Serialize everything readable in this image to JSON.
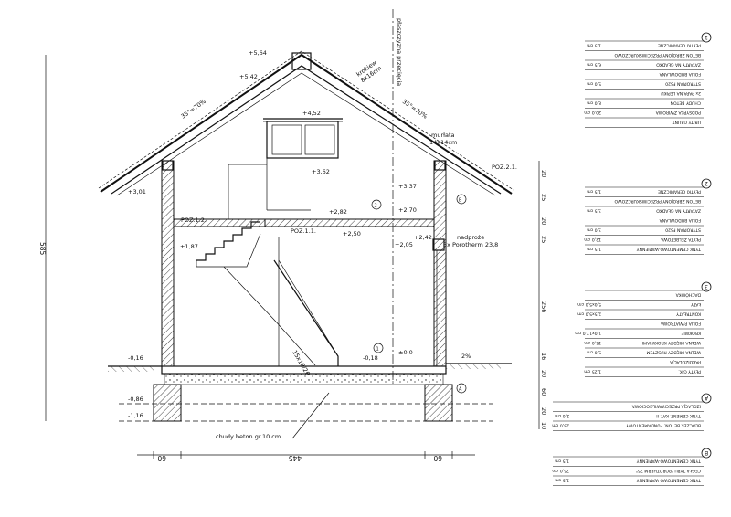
{
  "section": {
    "levels": {
      "ridge": "+5,64",
      "ridge2": "+5,42",
      "window_top": "+4,52",
      "window_sill": "+3,62",
      "eave_left": "+3,01",
      "attic_right": "+3,37",
      "attic_floor": "+2,82",
      "attic_floor2": "+2,50",
      "right_floor1": "+2,70",
      "right_floor2": "+2,42",
      "right_floor3": "+2,05",
      "landing": "+1,87",
      "ground": "±0,0",
      "ground2": "-0,18",
      "left_minus": "-0,16",
      "foot1": "-0,86",
      "foot2": "-1,16"
    },
    "labels": {
      "rafters": "krokiew\n8x16cm",
      "murlat": "murłata\n14x14cm",
      "lintel": "nadproże\n3x Porotherm 23,8",
      "stairs": "15x18/26",
      "slab": "chudy beton gr.10 cm",
      "vertical": "płaszczyzna przecięcia",
      "slope_left": "35°=70%",
      "slope_right": "35°=70%",
      "poz_roof": "POZ.2.1.",
      "poz_slab": "POZ.1.2.",
      "poz_slab2": "POZ.1.1.",
      "grade": "2%"
    },
    "dims": {
      "bottom_left": "60",
      "bottom_mid": "445",
      "bottom_right": "60",
      "height_total": "585",
      "r1": "20",
      "r2": "25",
      "r3": "20",
      "r4": "25",
      "r5": "256",
      "r6": "16",
      "r7": "20",
      "r8": "60",
      "r9": "20",
      "r10": "10"
    },
    "markers": {
      "m1": "1",
      "m2": "2",
      "mA": "A",
      "mB": "B"
    }
  },
  "legend": {
    "block1": {
      "number": "1",
      "rows": [
        {
          "label": "PŁYTKI CERAMICZNE",
          "value": "1,5 cm"
        },
        {
          "label": "BETON ZBROJONY PRZECIWSKURCZOWO",
          "value": ""
        },
        {
          "label": "ZATARTY NA GŁADKO",
          "value": "6,5 cm"
        },
        {
          "label": "FOLIA BUDOWLANA",
          "value": ""
        },
        {
          "label": "STYROPIAN FS20",
          "value": "5,0 cm"
        },
        {
          "label": "2x PAPA NA LEPIKU",
          "value": ""
        },
        {
          "label": "CHUDY BETON",
          "value": "8,0 cm"
        },
        {
          "label": "PODSYPKA ŻWIROWA",
          "value": "20,0 cm"
        },
        {
          "label": "UBITY GRUNT",
          "value": ""
        }
      ]
    },
    "block2": {
      "number": "2",
      "rows": [
        {
          "label": "PŁYTKI CERAMICZNE",
          "value": "1,5 cm"
        },
        {
          "label": "BETON ZBROJONY PRZECIWSKURCZOWO",
          "value": ""
        },
        {
          "label": "ZATARTY NA GŁADKO",
          "value": "3,5 cm"
        },
        {
          "label": "FOLIA BUDOWLANA",
          "value": ""
        },
        {
          "label": "STYROPIAN FS20",
          "value": "3,0 cm"
        },
        {
          "label": "PŁYTA ŻELBETOWA",
          "value": "12,0 cm"
        },
        {
          "label": "TYNK CEMENTOWO-WAPIENNY",
          "value": "1,5 cm"
        }
      ]
    },
    "block3": {
      "number": "3",
      "rows": [
        {
          "label": "DACHÓWKA",
          "value": ""
        },
        {
          "label": "ŁATY",
          "value": "5,0x5,0 cm"
        },
        {
          "label": "KONTRŁATY",
          "value": "2,5x5,0 cm"
        },
        {
          "label": "FOLIA P.WIATROWA",
          "value": ""
        },
        {
          "label": "KROKWIE",
          "value": "7,0x17,0 cm"
        },
        {
          "label": "WEŁNA MIĘDZY KROKWIAMI",
          "value": "15,0 cm"
        },
        {
          "label": "WEŁNA MIĘDZY RUSZTEM",
          "value": "5,0 cm"
        },
        {
          "label": "PAROIZOLACJA",
          "value": ""
        },
        {
          "label": "PŁYTY G.K.",
          "value": "1,25 cm"
        }
      ]
    },
    "blockA": {
      "number": "A",
      "rows": [
        {
          "label": "IZOLACJA PRZECIWWILGOCIOWA",
          "value": ""
        },
        {
          "label": "TYNK CEMENT. KAT. II",
          "value": "2,0 cm"
        },
        {
          "label": "BLOCZEK BETON. FUNDAMENTOWY",
          "value": "25,0 cm"
        }
      ]
    },
    "blockB": {
      "number": "B",
      "rows": [
        {
          "label": "TYNK CEMENTOWO-WAPIENNY",
          "value": "1,5 cm"
        },
        {
          "label": "CEGŁA TYPU \"POROTHERM 25\"",
          "value": "25,0 cm"
        },
        {
          "label": "TYNK CEMENTOWO-WAPIENNY",
          "value": "1,5 cm"
        }
      ]
    }
  }
}
